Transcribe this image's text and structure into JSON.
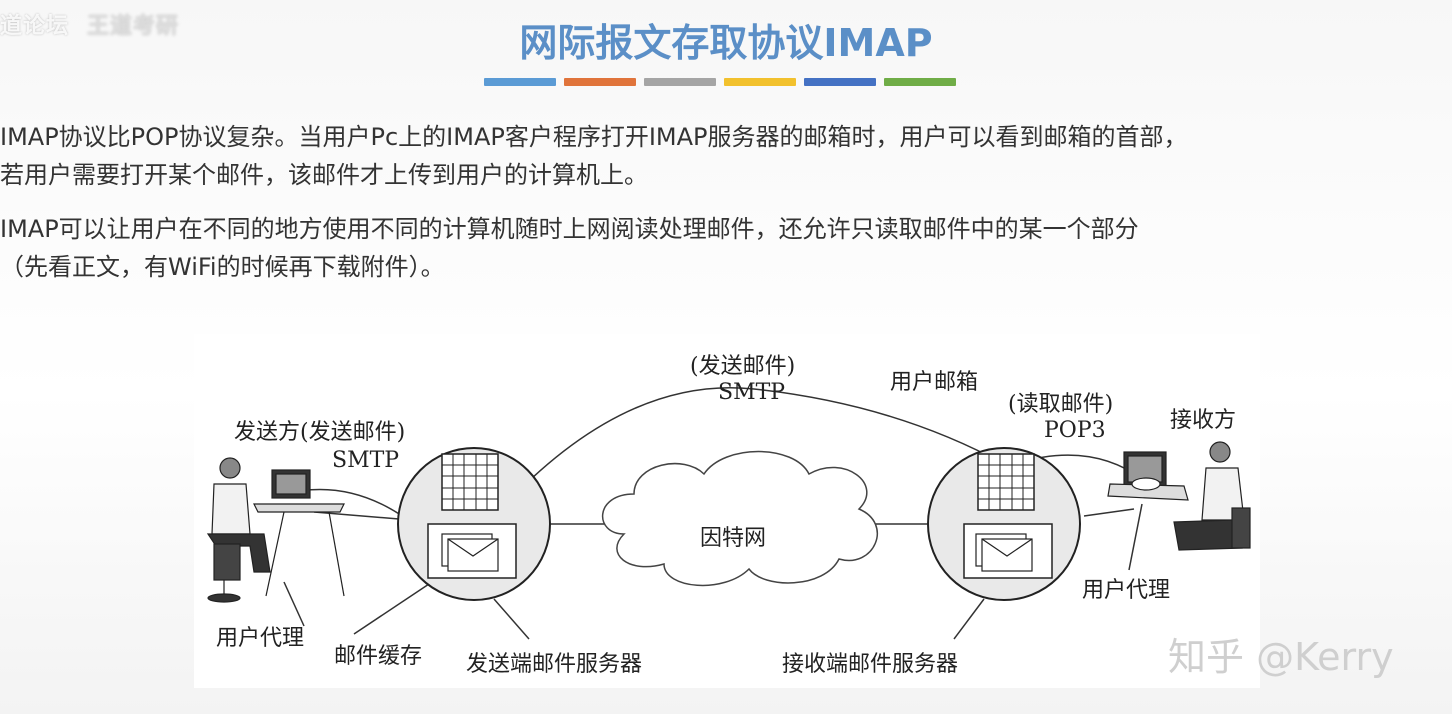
{
  "watermark_tl": {
    "text": "道论坛",
    "extra": "王道考研"
  },
  "title": "网际报文存取协议IMAP",
  "stripe_colors": [
    "#5b9bd5",
    "#e0743b",
    "#a5a5a5",
    "#f2c12e",
    "#4572c4",
    "#70ad47"
  ],
  "paragraphs": [
    {
      "line1": "IMAP协议比POP协议复杂。当用户Pc上的IMAP客户程序打开IMAP服务器的邮箱时，用户可以看到邮箱的首部，",
      "line2": "若用户需要打开某个邮件，该邮件才上传到用户的计算机上。"
    },
    {
      "line1": "IMAP可以让用户在不同的地方使用不同的计算机随时上网阅读处理邮件，还允许只读取邮件中的某一个部分",
      "line2": "（先看正文，有WiFi的时候再下载附件）。"
    }
  ],
  "diagram": {
    "sender": "发送方(发送邮件)",
    "sender_protocol": "SMTP",
    "send_mail_label": "(发送邮件)",
    "send_protocol": "SMTP",
    "user_mailbox": "用户邮箱",
    "read_mail_label": "(读取邮件)",
    "read_protocol": "POP3",
    "receiver": "接收方",
    "internet": "因特网",
    "user_agent_left": "用户代理",
    "mail_cache": "邮件缓存",
    "send_server": "发送端邮件服务器",
    "recv_server": "接收端邮件服务器",
    "user_agent_right": "用户代理"
  },
  "watermark_br": "知乎 @Kerry"
}
